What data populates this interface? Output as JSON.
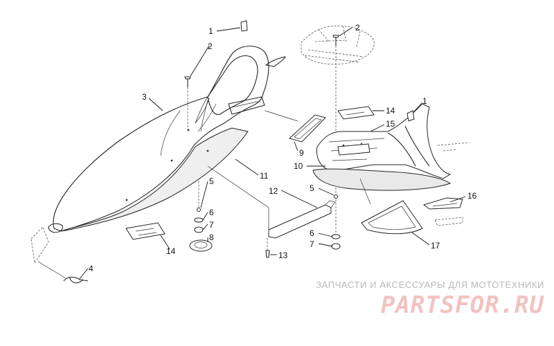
{
  "diagram": {
    "callouts": [
      {
        "id": "c1a",
        "text": "1"
      },
      {
        "id": "c2a",
        "text": "2"
      },
      {
        "id": "c3",
        "text": "3"
      },
      {
        "id": "c4",
        "text": "4"
      },
      {
        "id": "c5a",
        "text": "5"
      },
      {
        "id": "c6a",
        "text": "6"
      },
      {
        "id": "c7a",
        "text": "7"
      },
      {
        "id": "c8",
        "text": "8"
      },
      {
        "id": "c14a",
        "text": "14"
      },
      {
        "id": "c11",
        "text": "11"
      },
      {
        "id": "c12",
        "text": "12"
      },
      {
        "id": "c13",
        "text": "13"
      },
      {
        "id": "c2b",
        "text": "2"
      },
      {
        "id": "c14b",
        "text": "14"
      },
      {
        "id": "c1b",
        "text": "1"
      },
      {
        "id": "c15",
        "text": "15"
      },
      {
        "id": "c9",
        "text": "9"
      },
      {
        "id": "c10",
        "text": "10"
      },
      {
        "id": "c5b",
        "text": "5"
      },
      {
        "id": "c6b",
        "text": "6"
      },
      {
        "id": "c7b",
        "text": "7"
      },
      {
        "id": "c16",
        "text": "16"
      },
      {
        "id": "c17",
        "text": "17"
      }
    ]
  },
  "watermark": {
    "caption": "ЗАПЧАСТИ И АКСЕССУАРЫ ДЛЯ МОТОТЕХНИКИ",
    "logo": "PARTSFOR.RU",
    "caption_color": "#b8b8b8",
    "logo_color": "#f2c2c2"
  }
}
